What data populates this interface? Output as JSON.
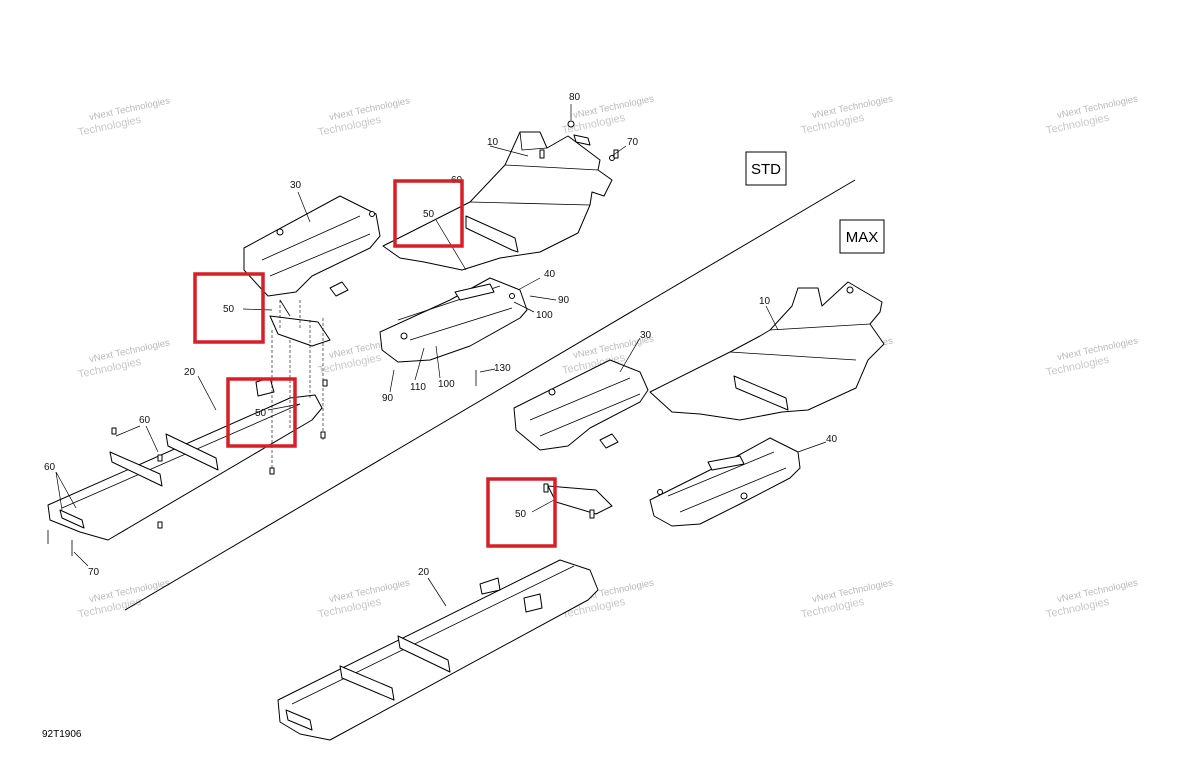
{
  "figure": {
    "reference_code": "92T1906",
    "watermark_line1": "vNext Technologies",
    "watermark_line2": "Technologies",
    "variant_labels": {
      "std": "STD",
      "max": "MAX"
    },
    "highlight_color": "#d71f26"
  },
  "callouts": {
    "std_10": "10",
    "std_30": "30",
    "std_60_top": "60",
    "std_50_a": "50",
    "std_80": "80",
    "std_70_top": "70",
    "std_40": "40",
    "std_90_a": "90",
    "std_100_a": "100",
    "std_50_b": "50",
    "std_130": "130",
    "std_100_b": "100",
    "std_110": "110",
    "std_90_b": "90",
    "std_20": "20",
    "std_50_c": "50",
    "std_60_mid": "60",
    "std_60_left": "60",
    "std_70_bottom": "70",
    "max_10": "10",
    "max_30": "30",
    "max_40": "40",
    "max_50": "50",
    "max_20": "20"
  }
}
